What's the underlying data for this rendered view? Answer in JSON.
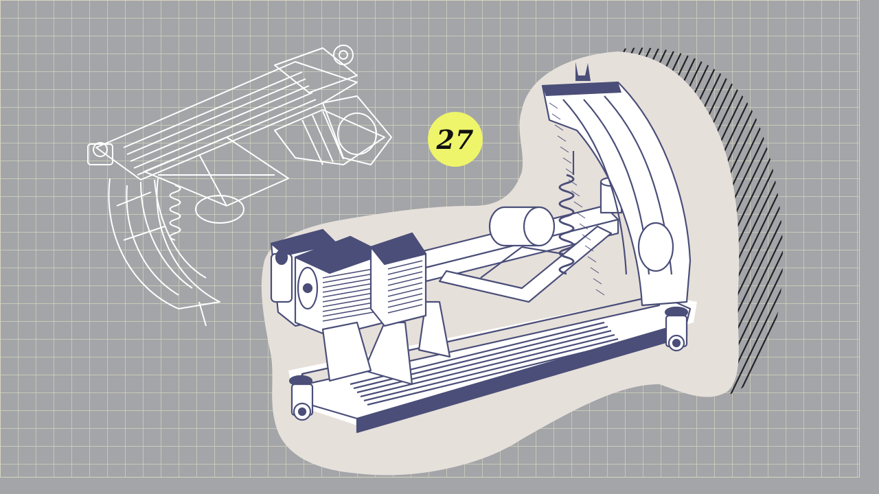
{
  "slide": {
    "number_badge": {
      "text": "27",
      "color": "#eef56a"
    },
    "colors": {
      "background": "#a3a5a8",
      "grid_lines": "#d8d5c0",
      "blob": "#e6e0db",
      "machine_ink": "#4a4e78",
      "white_drawing": "#ffffff",
      "hatch": "#222228"
    },
    "illustrations": [
      {
        "name": "white-outline-machine-drawing"
      },
      {
        "name": "color-machine-drawing"
      }
    ]
  }
}
